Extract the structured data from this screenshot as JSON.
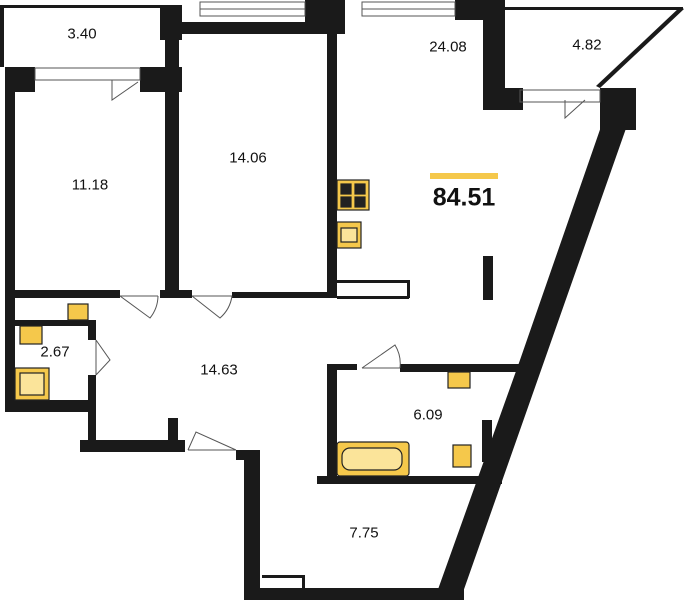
{
  "plan": {
    "total_area": "84.51",
    "accent_color": "#F5C84B",
    "wall_color": "#1a1a1a",
    "rooms": [
      {
        "id": "balcony-left",
        "area": "3.40"
      },
      {
        "id": "bedroom-1",
        "area": "11.18"
      },
      {
        "id": "bedroom-2",
        "area": "14.06"
      },
      {
        "id": "living-kitchen",
        "area": "24.08"
      },
      {
        "id": "balcony-right",
        "area": "4.82"
      },
      {
        "id": "bathroom-small",
        "area": "2.67"
      },
      {
        "id": "hallway",
        "area": "14.63"
      },
      {
        "id": "bathroom",
        "area": "6.09"
      },
      {
        "id": "entry",
        "area": "7.75"
      }
    ]
  }
}
